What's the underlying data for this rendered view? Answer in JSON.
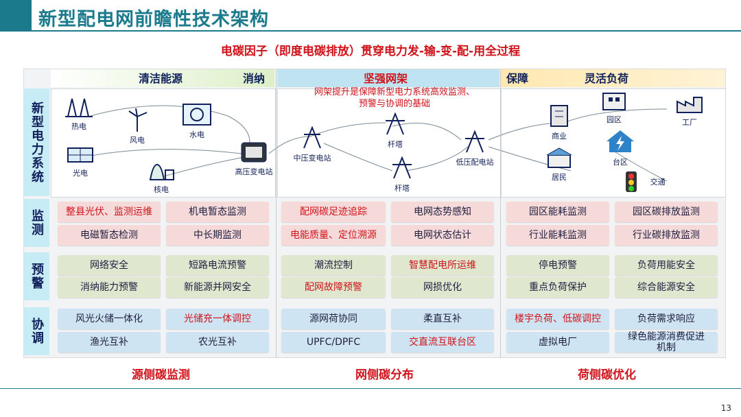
{
  "title": "新型配电网前瞻性技术架构",
  "subtitle": "电碳因子（即度电碳排放）贯穿电力发-输-变-配-用全过程",
  "rows": {
    "system": "新型电力系统",
    "monitor": "监测",
    "warn": "预警",
    "coord": "协调"
  },
  "headers": {
    "left": "清洁能源",
    "left_right": "消纳",
    "middle": "坚强网架",
    "right_left": "保障",
    "right": "灵活负荷"
  },
  "middle_note": "网架提升是保障新型电力系统高效监测、预警与协调的基础",
  "diagram": {
    "left_icons": [
      "热电",
      "风电",
      "水电",
      "光电",
      "核电",
      "高压变电站"
    ],
    "middle_icons": [
      "中压变电站",
      "杆塔",
      "杆塔",
      "低压配电站"
    ],
    "right_icons": [
      "园区",
      "工厂",
      "商业",
      "台区",
      "居民",
      "交通"
    ]
  },
  "monitor": {
    "left": [
      "整县光伏、监测运维",
      "机电暂态监测",
      "电磁暂态检测",
      "中长期监测"
    ],
    "middle": [
      "配网碳足迹追踪",
      "电网态势感知",
      "电能质量、定位溯源",
      "电网状态估计"
    ],
    "right": [
      "园区能耗监测",
      "园区碳排放监测",
      "行业能耗监测",
      "行业碳排放监测"
    ]
  },
  "warn": {
    "left": [
      "网络安全",
      "短路电流预警",
      "消纳能力预警",
      "新能源并网安全"
    ],
    "middle": [
      "潮流控制",
      "智慧配电所运维",
      "配网故障预警",
      "网损优化"
    ],
    "right": [
      "停电预警",
      "负荷用能安全",
      "重点负荷保护",
      "综合能源安全"
    ]
  },
  "coord": {
    "left": [
      "风光火储一体化",
      "光储充一体调控",
      "渔光互补",
      "农光互补"
    ],
    "middle": [
      "源网荷协同",
      "柔直互补",
      "UPFC/DPFC",
      "交直流互联台区"
    ],
    "right": [
      "楼宇负荷、低碳调控",
      "负荷需求响应",
      "虚拟电厂",
      "绿色能源消费促进机制"
    ]
  },
  "bottom_labels": [
    "源侧碳监测",
    "网侧碳分布",
    "荷侧碳优化"
  ],
  "page_number": "13",
  "colors": {
    "accent": "#1b7a8c",
    "red": "#d0131a",
    "navy": "#10205a"
  }
}
